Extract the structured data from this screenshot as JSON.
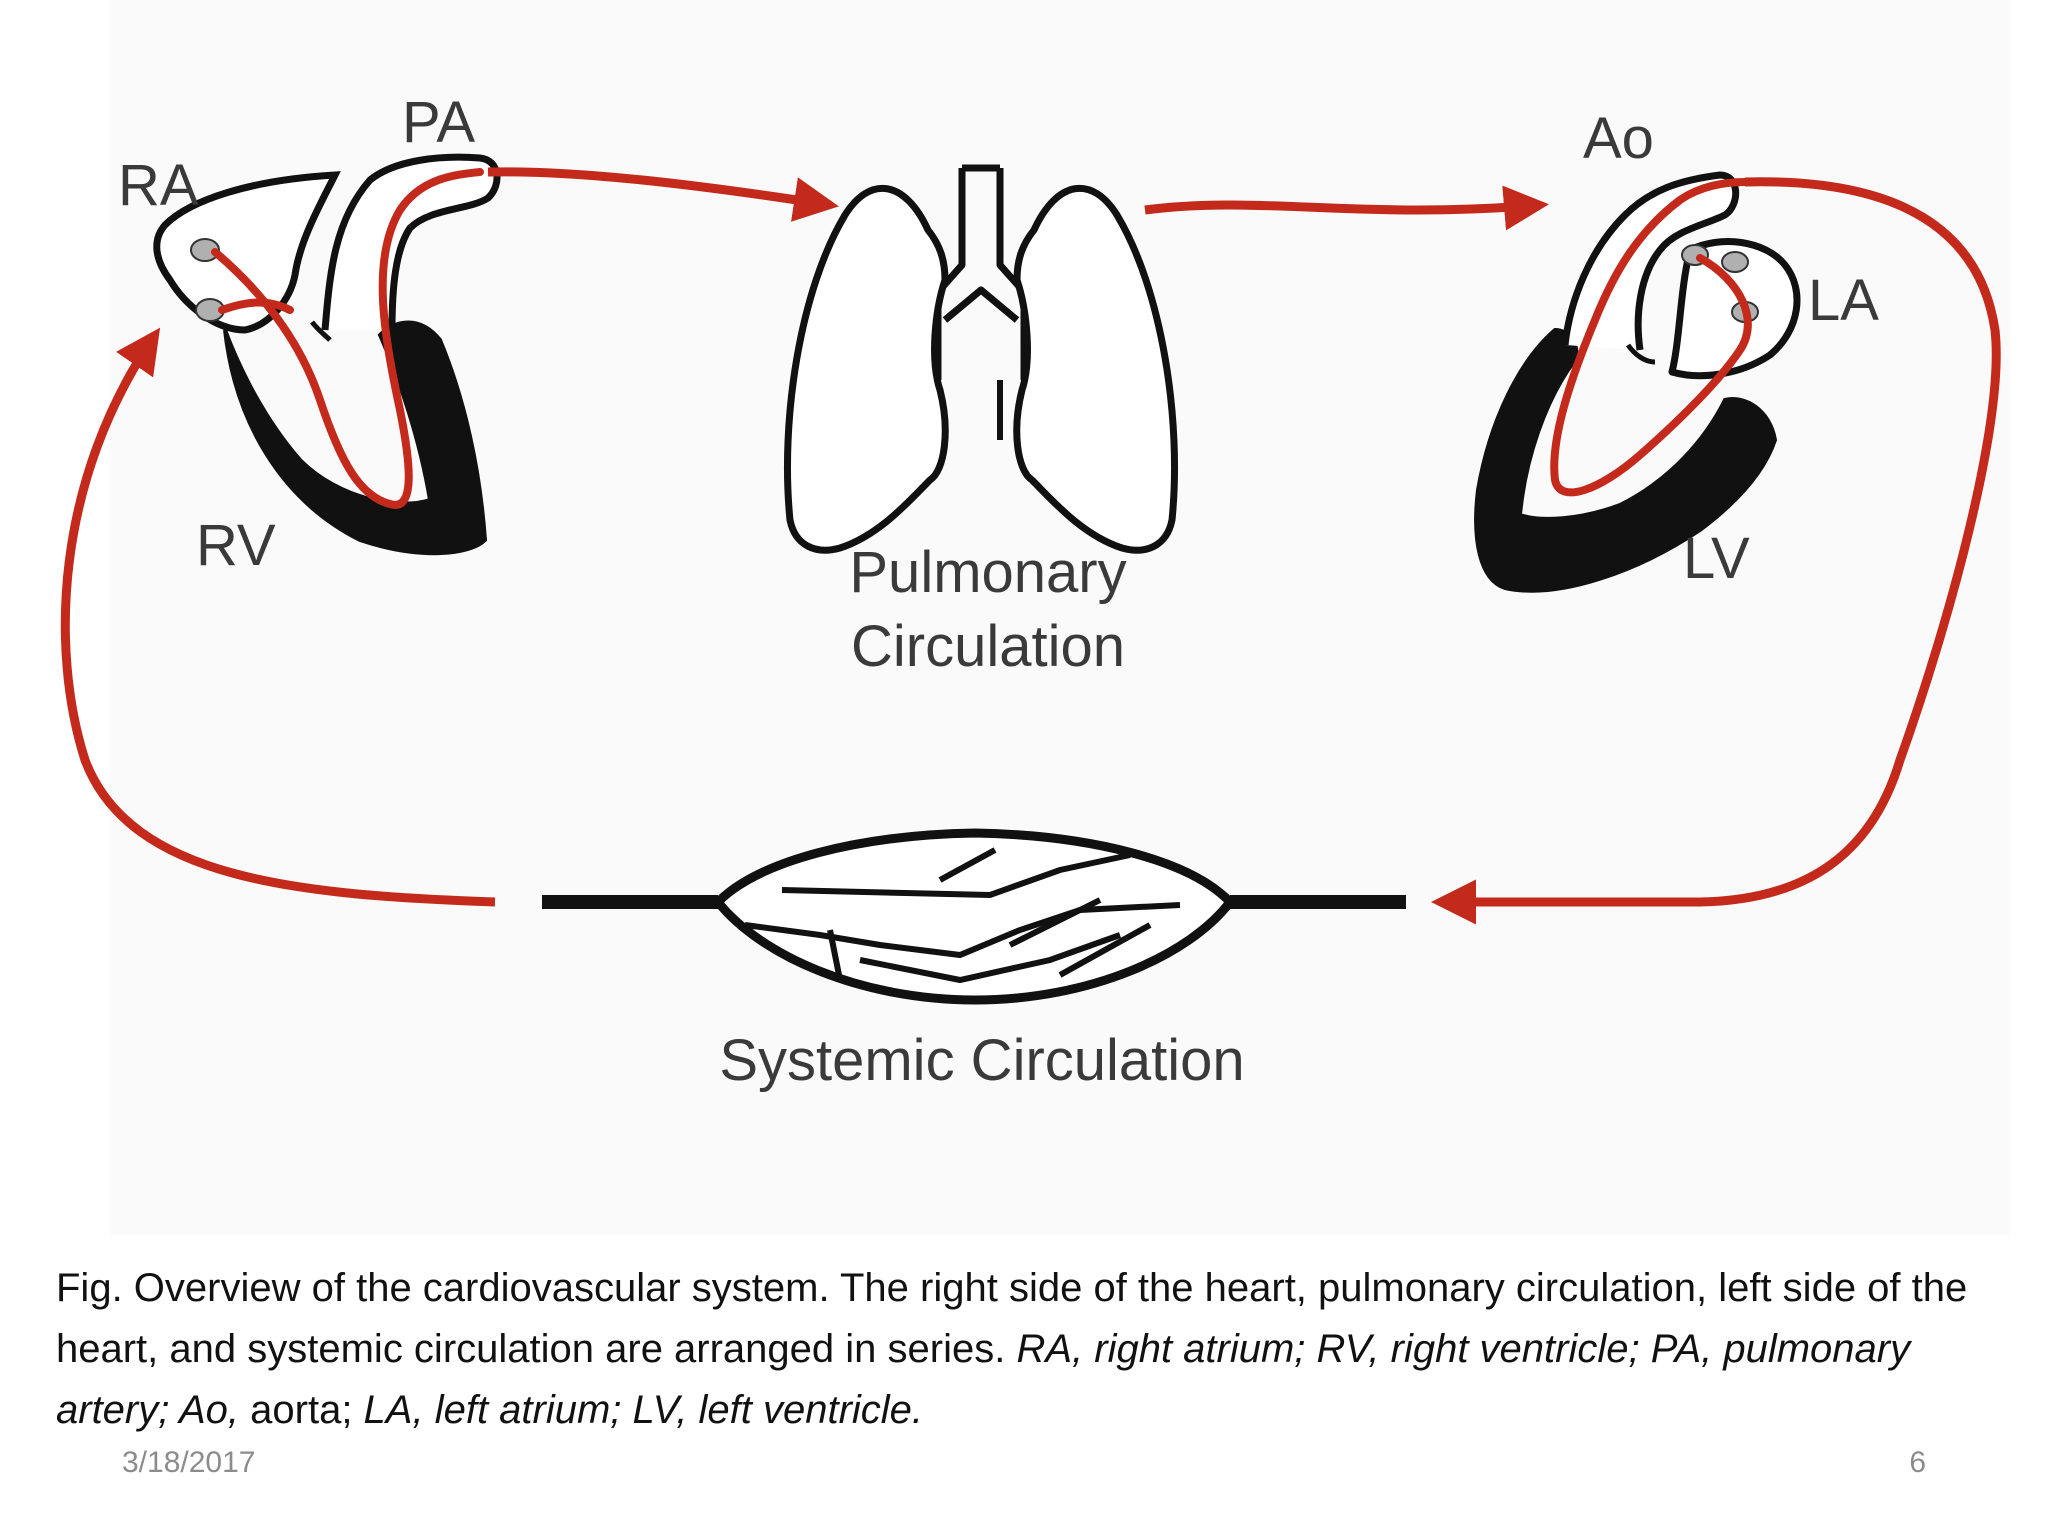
{
  "diagram": {
    "labels": {
      "ra": "RA",
      "pa": "PA",
      "rv": "RV",
      "ao": "Ao",
      "la": "LA",
      "lv": "LV",
      "pulmonary_line1": "Pulmonary",
      "pulmonary_line2": "Circulation",
      "systemic": "Systemic Circulation"
    },
    "colors": {
      "flow_arrow": "#c42a1c",
      "outline": "#111111",
      "label_text": "#3a3a3a",
      "valve_fill": "#b0b0b0"
    }
  },
  "caption": {
    "part1": "Fig. Overview of the cardiovascular system. The right side of the heart, pulmonary circulation, left side of the heart, and systemic circulation are arranged in series. ",
    "part2_italic": "RA, right atrium; RV, right ventricle; PA, pulmonary artery; Ao,",
    "part3": " aorta; ",
    "part4_italic": "LA, left atrium; LV, left ventricle."
  },
  "footer": {
    "date": "3/18/2017",
    "page": "6"
  }
}
